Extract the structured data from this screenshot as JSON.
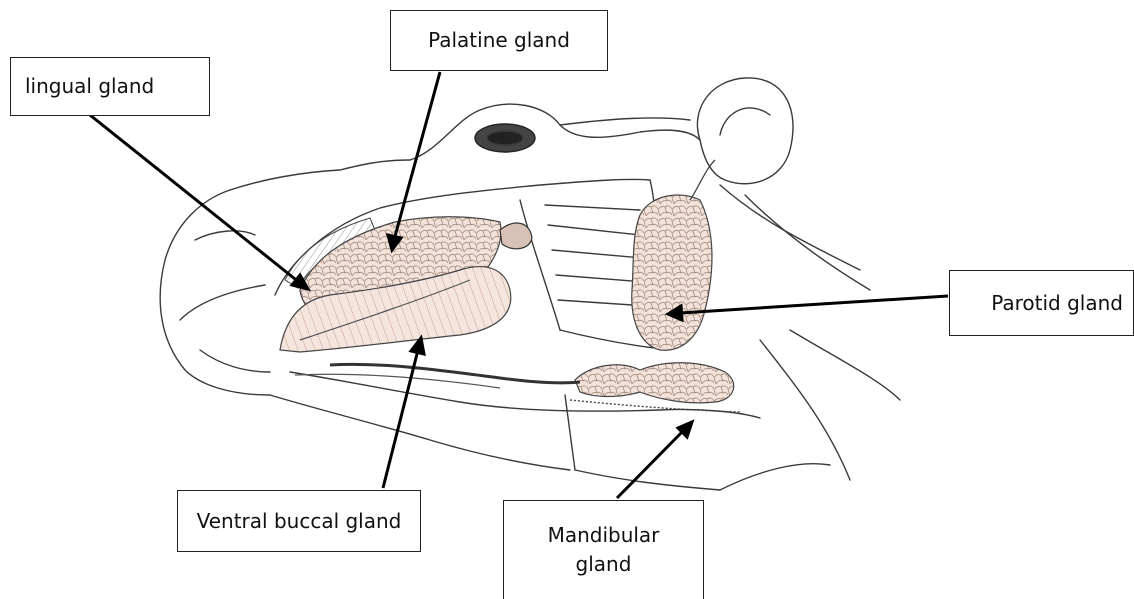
{
  "labels": {
    "lingual": "lingual gland",
    "palatine": "Palatine gland",
    "parotid": "Parotid gland",
    "ventral_buccal": "Ventral buccal gland",
    "mandibular": "Mandibular\ngland"
  },
  "colors": {
    "ink": "#2a2a2a",
    "gland_fill": "#f2ddd3",
    "gland_cells": "#b89c90",
    "arrow": "#000000"
  }
}
